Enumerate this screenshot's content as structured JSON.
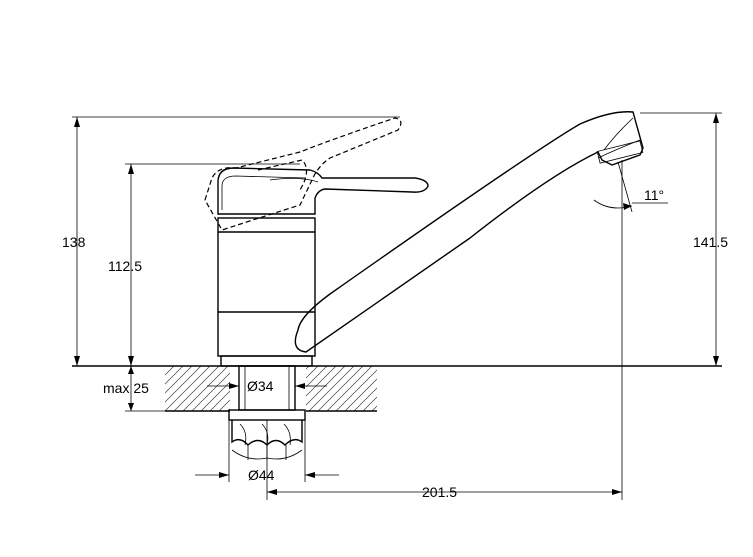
{
  "dimensions": {
    "total_height": "138",
    "body_height": "112.5",
    "spout_height": "141.5",
    "max_thickness": "max 25",
    "hole_diameter": "Ø34",
    "nut_diameter": "Ø44",
    "spout_reach": "201.5",
    "spout_angle": "11°"
  }
}
